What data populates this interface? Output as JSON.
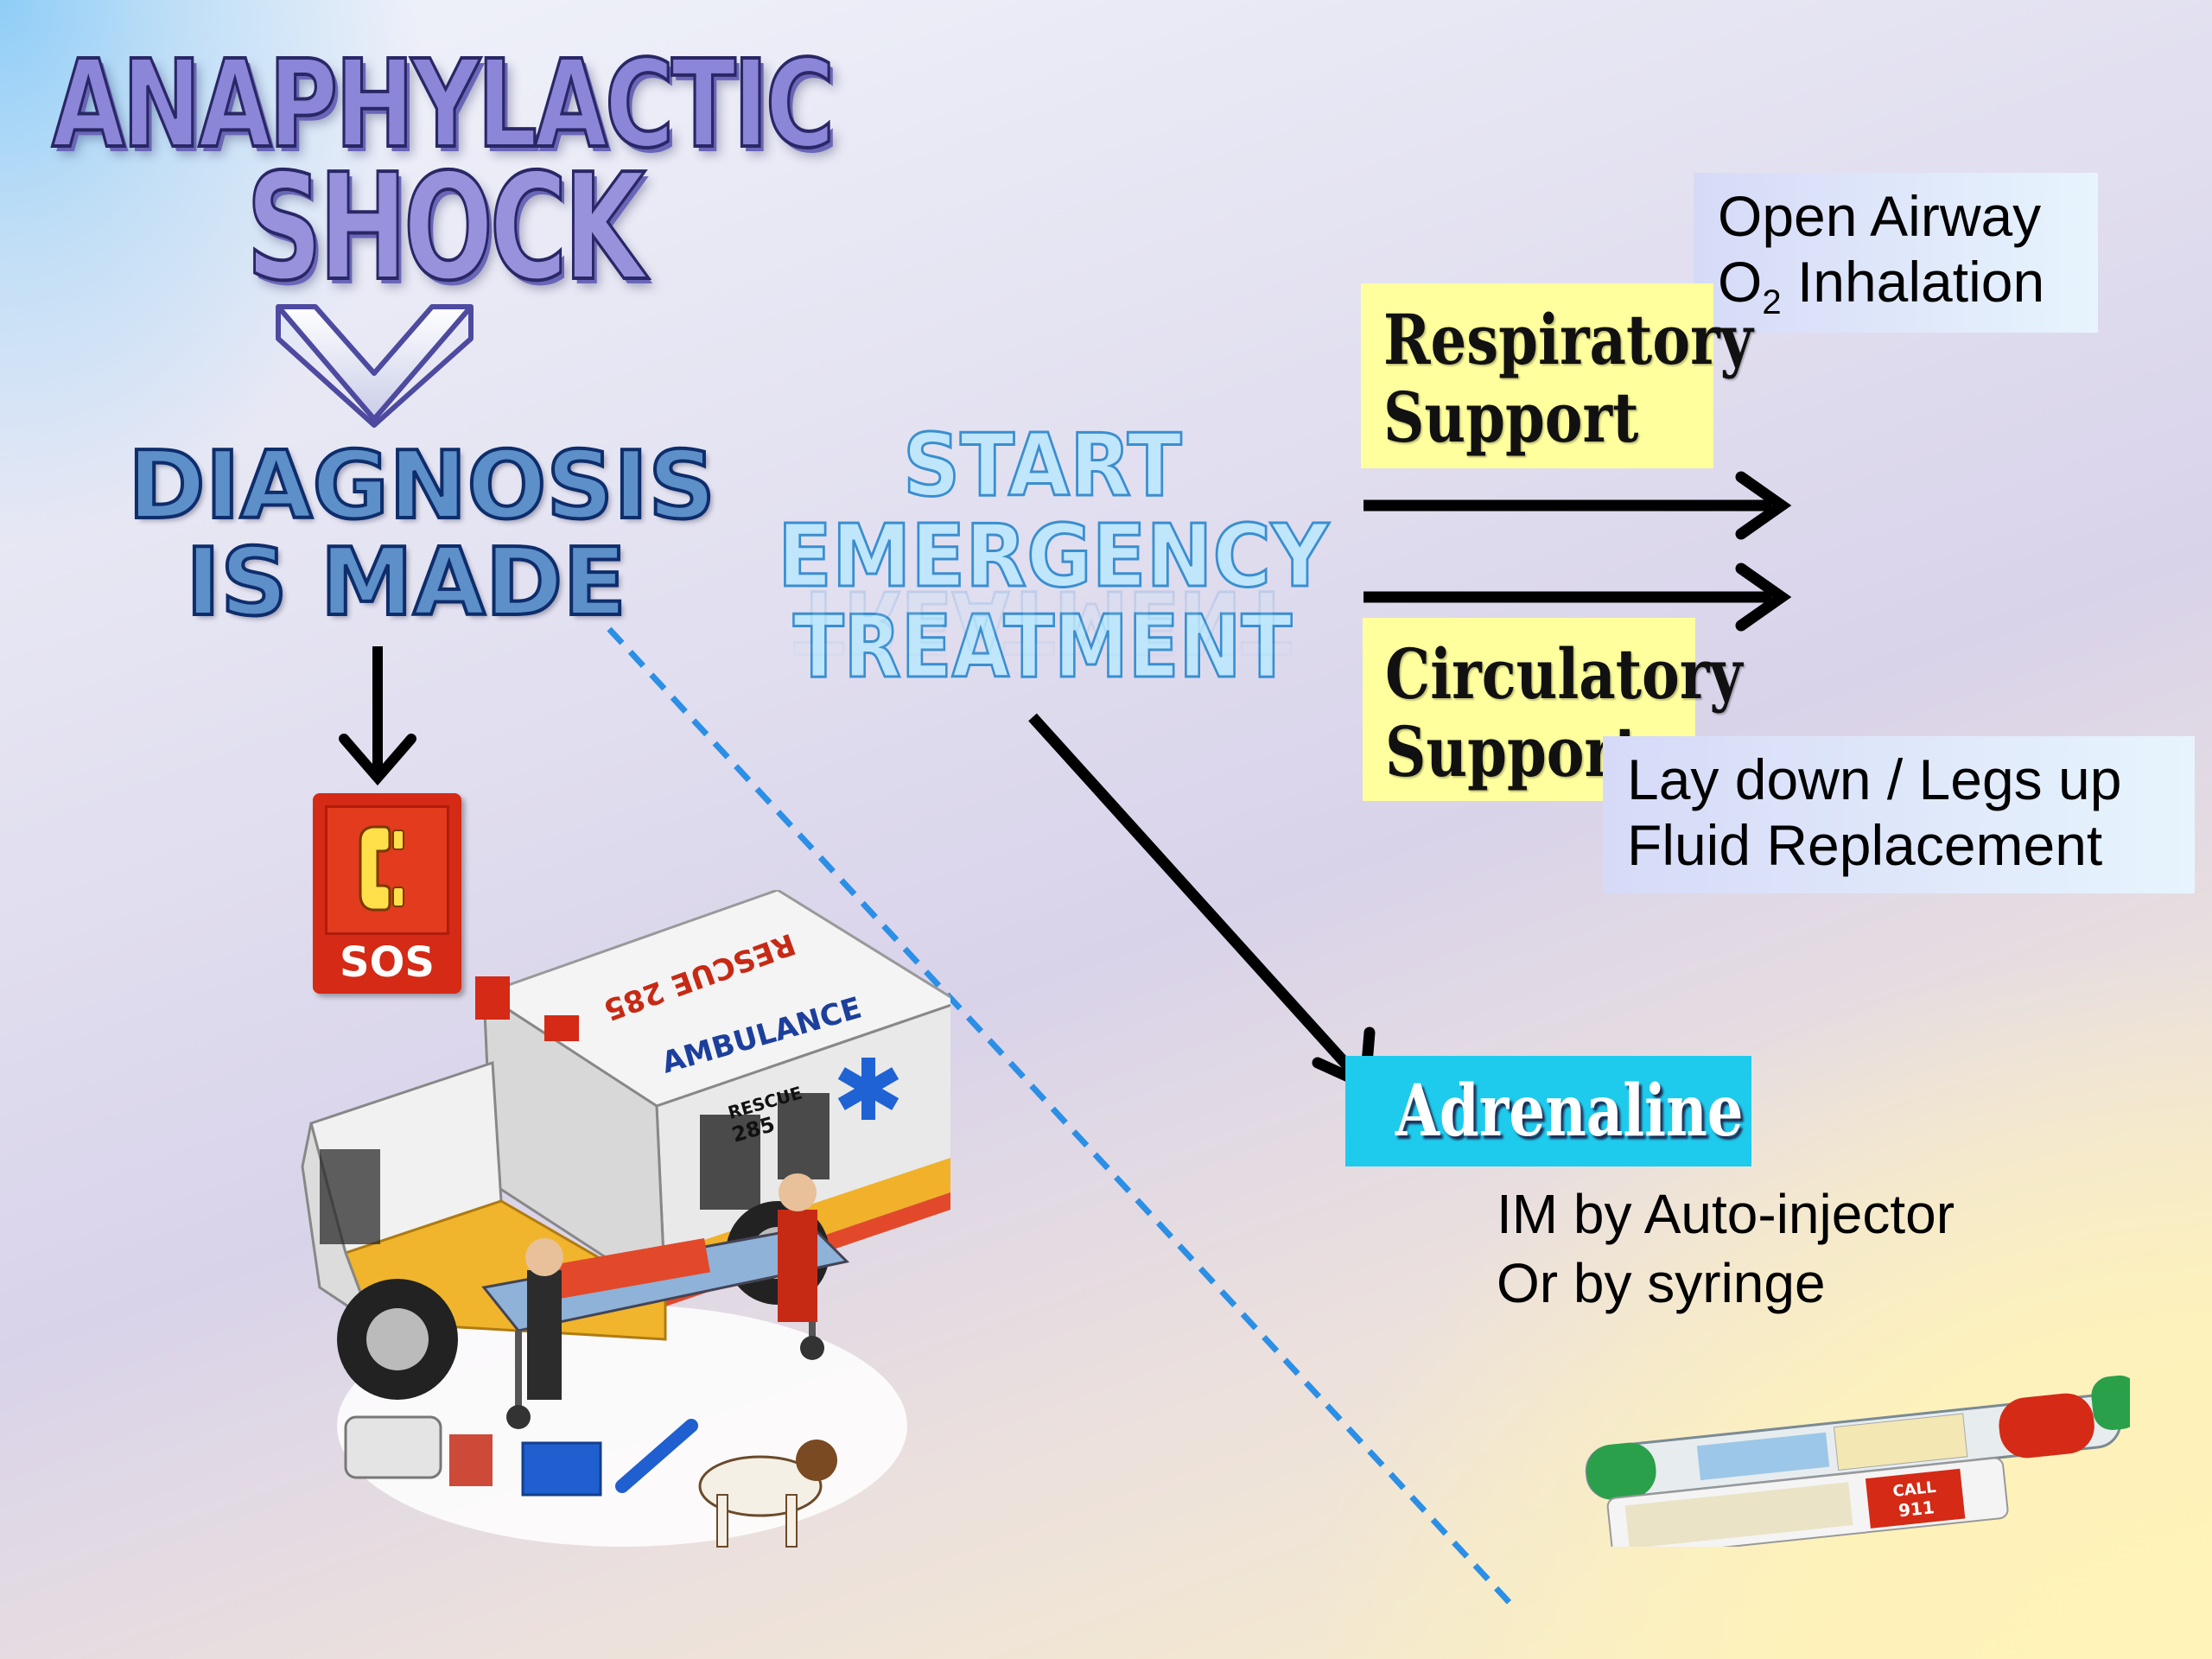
{
  "title": {
    "line1": "ANAPHYLACTIC",
    "line2": "SHOCK"
  },
  "diagnosis": {
    "line1": "DIAGNOSIS",
    "line2": "IS MADE"
  },
  "sos_label": "SOS",
  "start": {
    "line1": "START",
    "line2": "EMERGENCY",
    "line3": "TREATMENT"
  },
  "respiratory": {
    "label_line1": "Respiratory",
    "label_line2": "Support",
    "action_line1": "Open Airway",
    "action_line2_main": "O",
    "action_line2_sub": "2",
    "action_line2_rest": " Inhalation"
  },
  "circulatory": {
    "label_line1": "Circulatory",
    "label_line2": "Support",
    "action_line1": "Lay down / Legs up",
    "action_line2": "Fluid Replacement"
  },
  "adrenaline": {
    "label": "Adrenaline",
    "route_line1": "IM by Auto-injector",
    "route_line2": "Or  by syringe"
  },
  "ambulance": {
    "side_label": "AMBULANCE",
    "unit_line1": "RESCUE",
    "unit_line2": "285",
    "roof_label": "RESCUE 285"
  },
  "injector": {
    "call_line1": "CALL",
    "call_line2": "911"
  },
  "colors": {
    "title_fill": "#8c86d9",
    "diagnosis_fill": "#5d8fc9",
    "start_fill": "#bfe6fb",
    "label_box": "#ffff9e",
    "adrenaline_box": "#1ecbed",
    "dashed_line": "#2b8fe6"
  }
}
